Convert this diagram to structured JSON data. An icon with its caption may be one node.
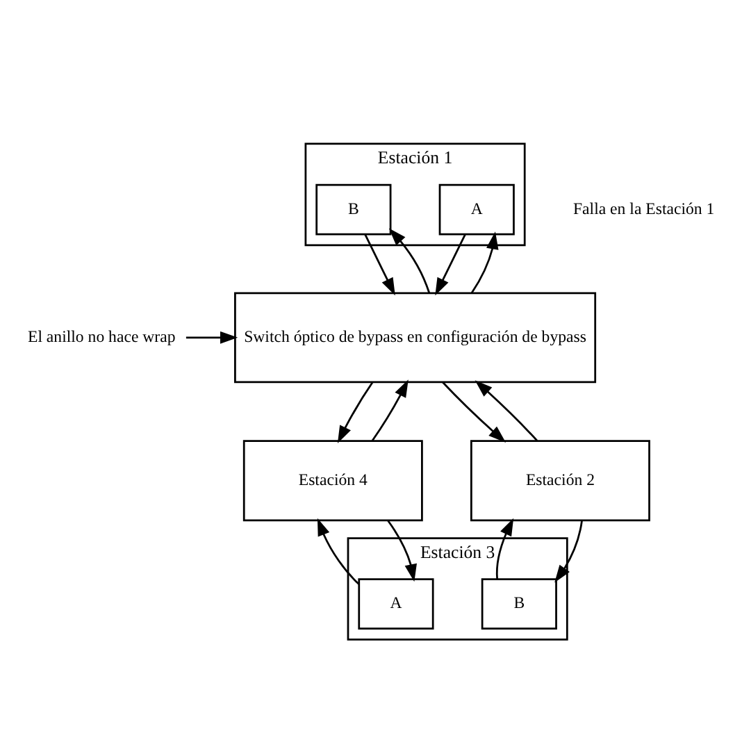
{
  "diagram": {
    "nodes": [
      {
        "text": [
          "Estación 1"
        ],
        "beside": [
          "Falla en la Estación 1"
        ]
      },
      {
        "text": [
          "A"
        ],
        "in": 0
      },
      {
        "text": [
          "B"
        ],
        "in": 0
      },
      {
        "text": [
          "Switch óptico de bypass en configuración de bypass"
        ]
      },
      {
        "text": [
          "Estación 2"
        ]
      },
      {
        "text": [
          "Estación 3"
        ]
      },
      {
        "text": [
          "A"
        ],
        "in": 5
      },
      {
        "text": [
          "B"
        ],
        "in": 5
      },
      {
        "text": [
          "Estación 4"
        ]
      },
      {
        "text": [
          "El anillo no hace wrap"
        ]
      }
    ],
    "edges": [
      {
        "from": 1,
        "to": 3,
        "arrow": "to"
      },
      {
        "from": 3,
        "to": 1,
        "arrow": "to"
      },
      {
        "from": 2,
        "to": 3,
        "arrow": "to"
      },
      {
        "from": 3,
        "to": 2,
        "arrow": "to"
      },
      {
        "from": 3,
        "to": 8,
        "arrow": "to"
      },
      {
        "from": 8,
        "to": 3,
        "arrow": "to"
      },
      {
        "from": 3,
        "to": 4,
        "arrow": "to"
      },
      {
        "from": 4,
        "to": 3,
        "arrow": "to"
      },
      {
        "from": 8,
        "to": 6,
        "arrow": "to"
      },
      {
        "from": 6,
        "to": 8,
        "arrow": "to"
      },
      {
        "from": 4,
        "to": 7,
        "arrow": "to"
      },
      {
        "from": 7,
        "to": 4,
        "arrow": "to"
      },
      {
        "from": 9,
        "to": 3,
        "arrow": "to"
      }
    ]
  }
}
